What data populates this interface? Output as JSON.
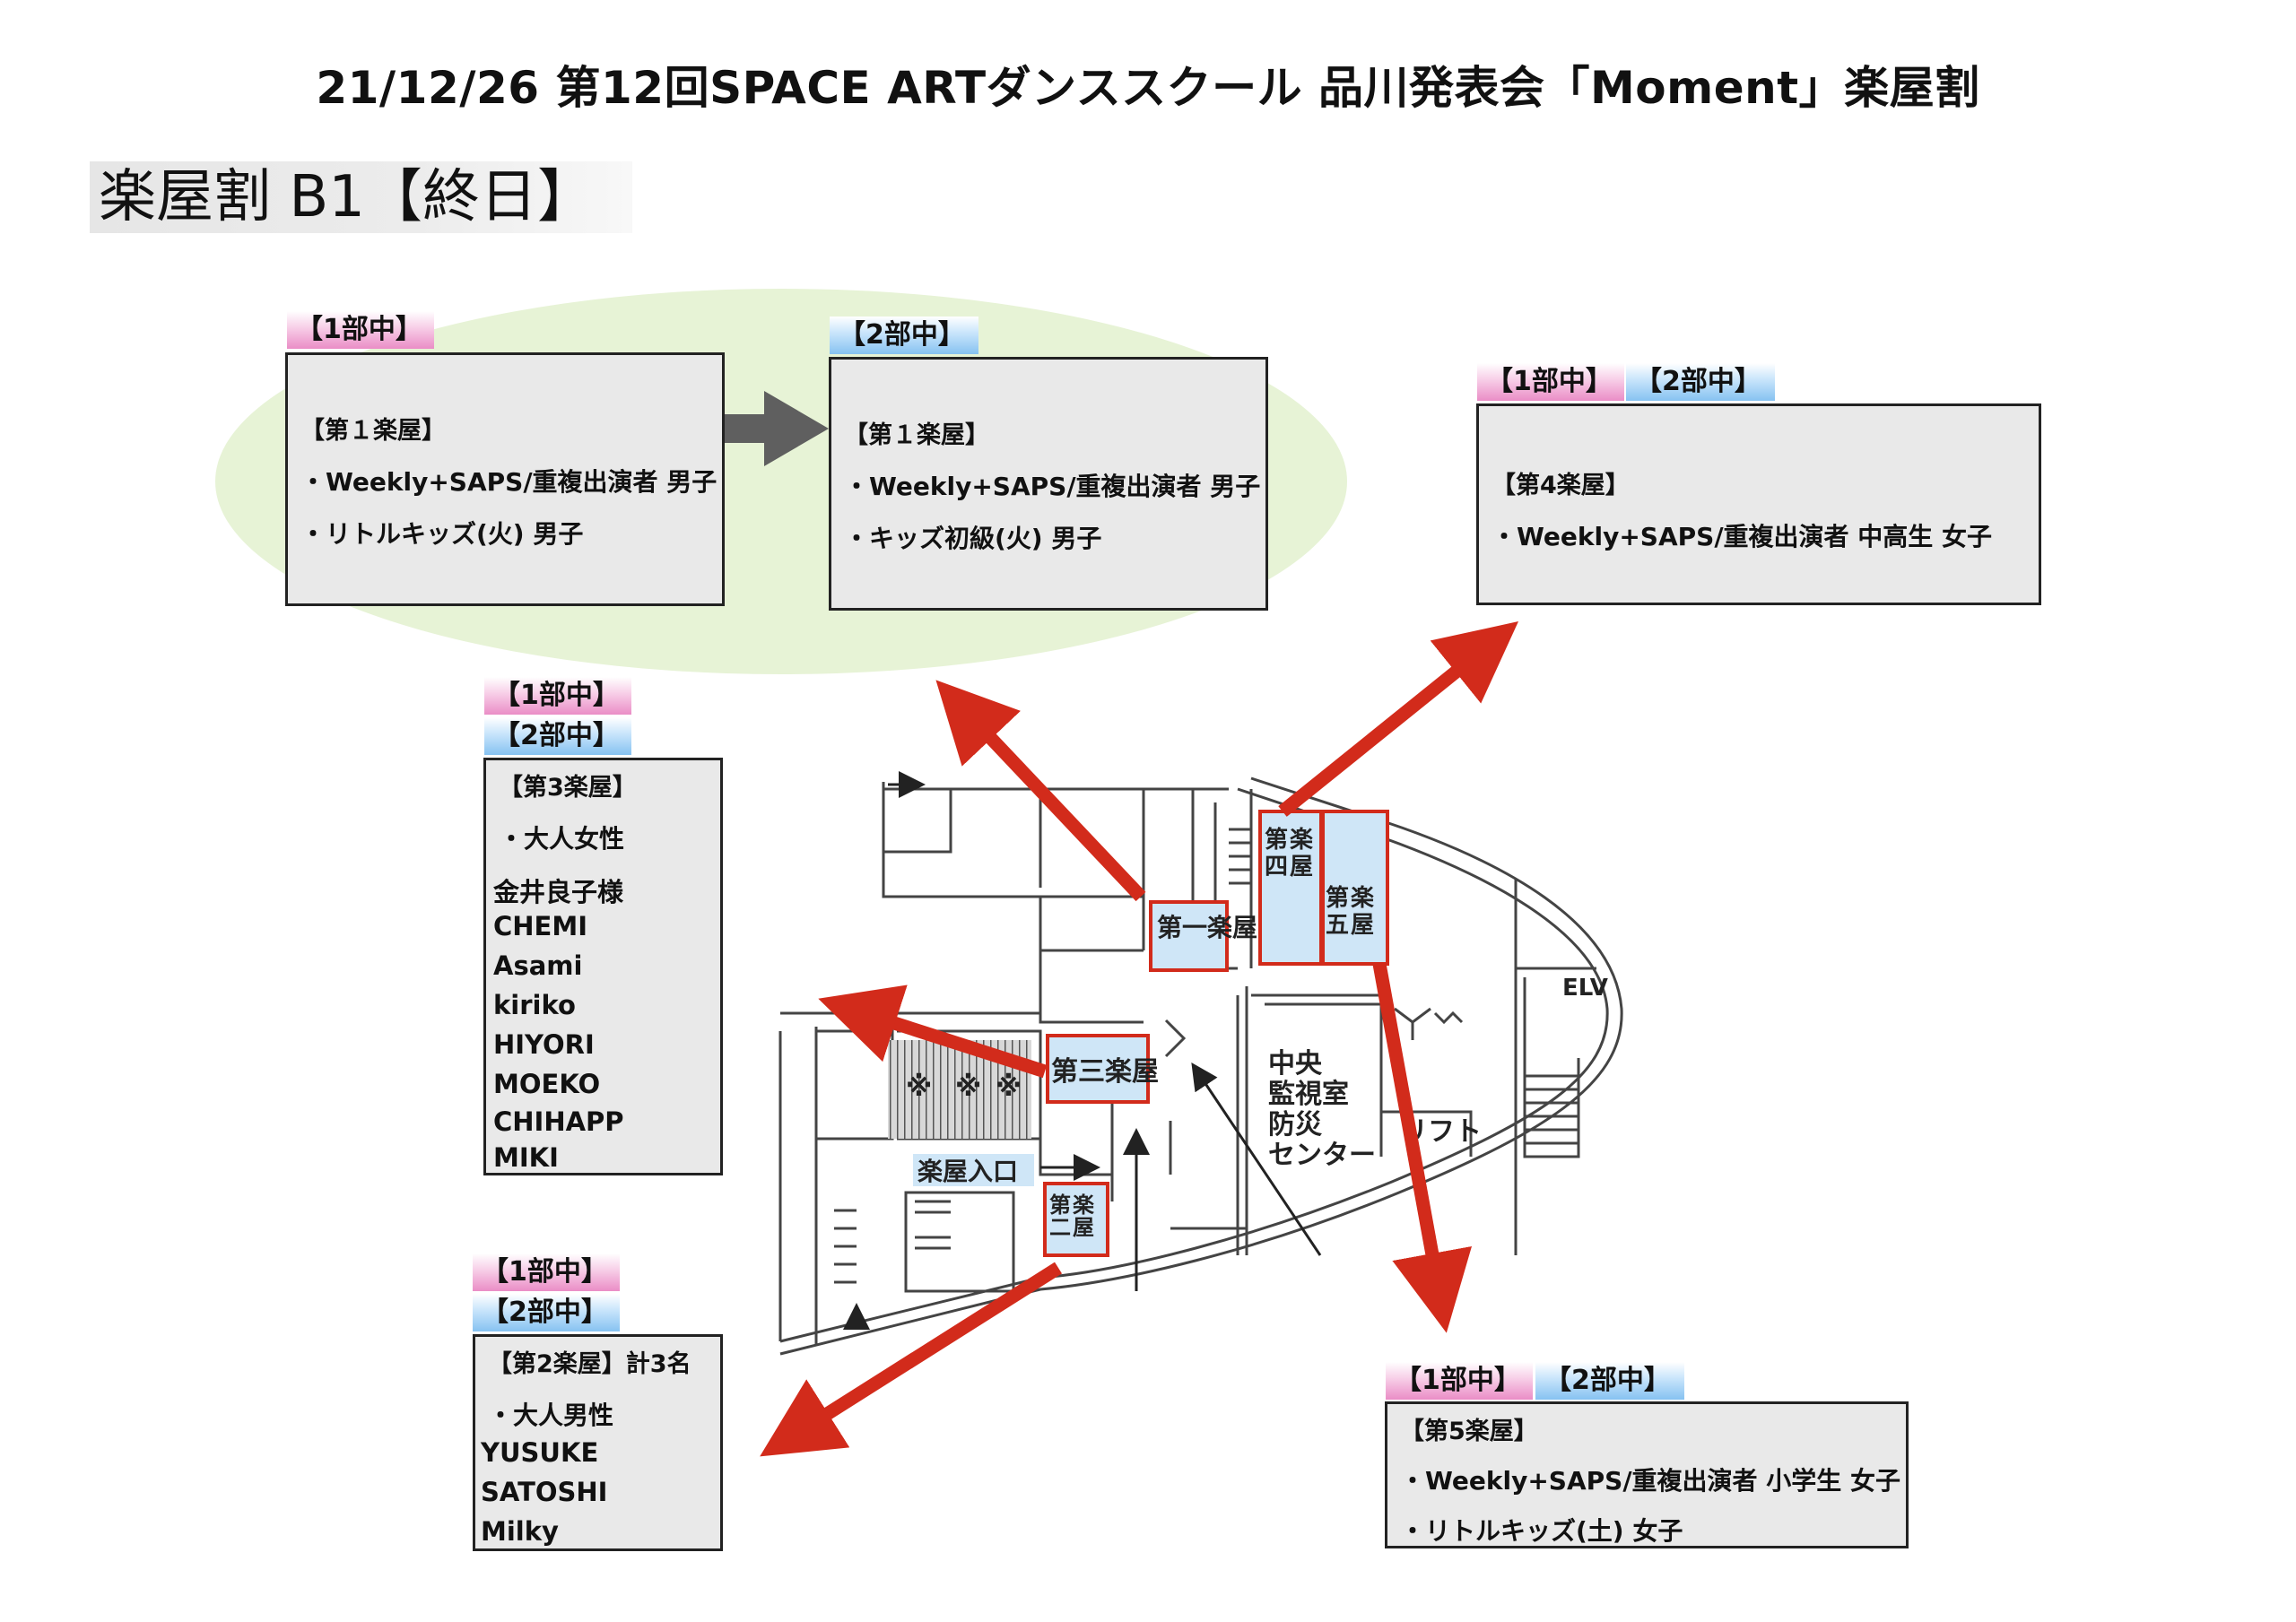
{
  "title": "21/12/26 第12回SPACE ARTダンススクール 品川発表会「Moment」楽屋割",
  "section_heading": "楽屋割 B1【終日】",
  "tags": {
    "part1": "【1部中】",
    "part2": "【2部中】"
  },
  "colors": {
    "part1": "#ea8dc6",
    "part2": "#86c2f1",
    "arrow": "#d22b1b",
    "highlight_border": "#d22b1b",
    "ellipse": "#e7f3d6",
    "room_fill": "#cfe6f7"
  },
  "rooms": {
    "room1_part1": {
      "heading": "【第１楽屋】",
      "lines": [
        "・Weekly+SAPS/重複出演者 男子",
        "・リトルキッズ(火) 男子"
      ]
    },
    "room1_part2": {
      "heading": "【第１楽屋】",
      "lines": [
        "・Weekly+SAPS/重複出演者 男子",
        "・キッズ初級(火) 男子"
      ]
    },
    "room4": {
      "heading": "【第4楽屋】",
      "lines": [
        "・Weekly+SAPS/重複出演者 中高生 女子"
      ]
    },
    "room3": {
      "heading": "【第3楽屋】",
      "lines": [
        "・大人女性"
      ],
      "names": [
        "金井良子様",
        "CHEMI",
        "Asami",
        "kiriko",
        "HIYORI",
        "MOEKO",
        "CHIHAPP",
        "MIKI"
      ]
    },
    "room2": {
      "heading": "【第2楽屋】計3名",
      "lines": [
        "・大人男性"
      ],
      "names": [
        "YUSUKE",
        "SATOSHI",
        "Milky"
      ]
    },
    "room5": {
      "heading": "【第5楽屋】",
      "lines": [
        "・Weekly+SAPS/重複出演者 小学生 女子",
        "・リトルキッズ(土) 女子"
      ]
    }
  },
  "map_labels": {
    "room1": "第一楽屋",
    "room2": "第二楽屋",
    "room3": "第三楽屋",
    "room4": "第四楽屋",
    "room5": "第五楽屋",
    "entrance": "楽屋入口",
    "elv": "ELV",
    "lift": "リフト",
    "center": [
      "中央",
      "監視室",
      "防災",
      "センター"
    ],
    "marks": [
      "※",
      "※",
      "※"
    ]
  }
}
